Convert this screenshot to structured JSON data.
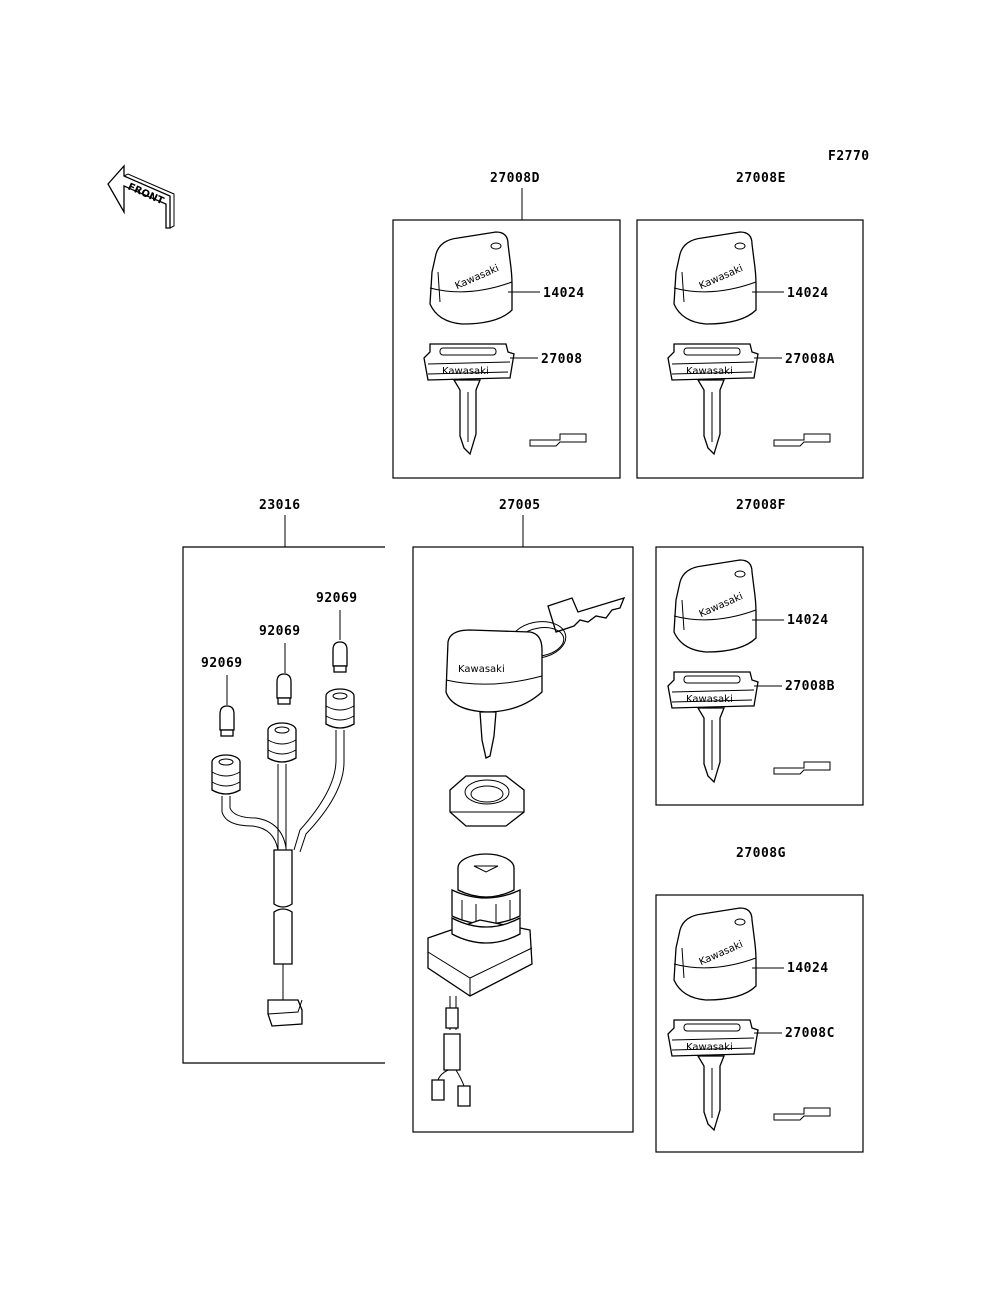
{
  "diagram_code": "F2770",
  "front_arrow": {
    "label": "FRONT",
    "icon": "front-arrow-icon"
  },
  "groups": {
    "d": {
      "label": "27008D",
      "parts": [
        "14024",
        "27008"
      ]
    },
    "e": {
      "label": "27008E",
      "parts": [
        "14024",
        "27008A"
      ]
    },
    "f": {
      "label": "27008F",
      "parts": [
        "14024",
        "27008B"
      ]
    },
    "g": {
      "label": "27008G",
      "parts": [
        "14024",
        "27008C"
      ]
    },
    "harness": {
      "label": "23016",
      "parts": [
        "92069",
        "92069",
        "92069"
      ]
    },
    "switch": {
      "label": "27005"
    }
  },
  "brand_text": "Kawasaki",
  "colors": {
    "ink": "#000000",
    "paper": "#ffffff"
  }
}
